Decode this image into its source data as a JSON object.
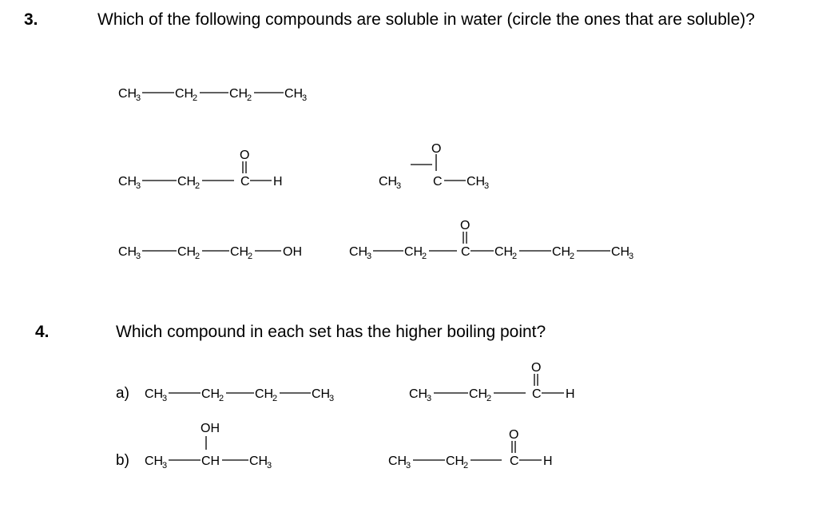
{
  "q3": {
    "number": "3.",
    "text": "Which of the following compounds are soluble in water (circle the ones that are soluble)?"
  },
  "q4": {
    "number": "4.",
    "text": "Which compound in each set has the higher boiling point?",
    "part_a_label": "a)",
    "part_b_label": "b)"
  },
  "chem": {
    "ch3": "CH",
    "ch2": "CH",
    "ch": "CH",
    "sub3": "3",
    "sub2": "2",
    "c": "C",
    "h": "H",
    "o": "O",
    "oh": "OH"
  }
}
